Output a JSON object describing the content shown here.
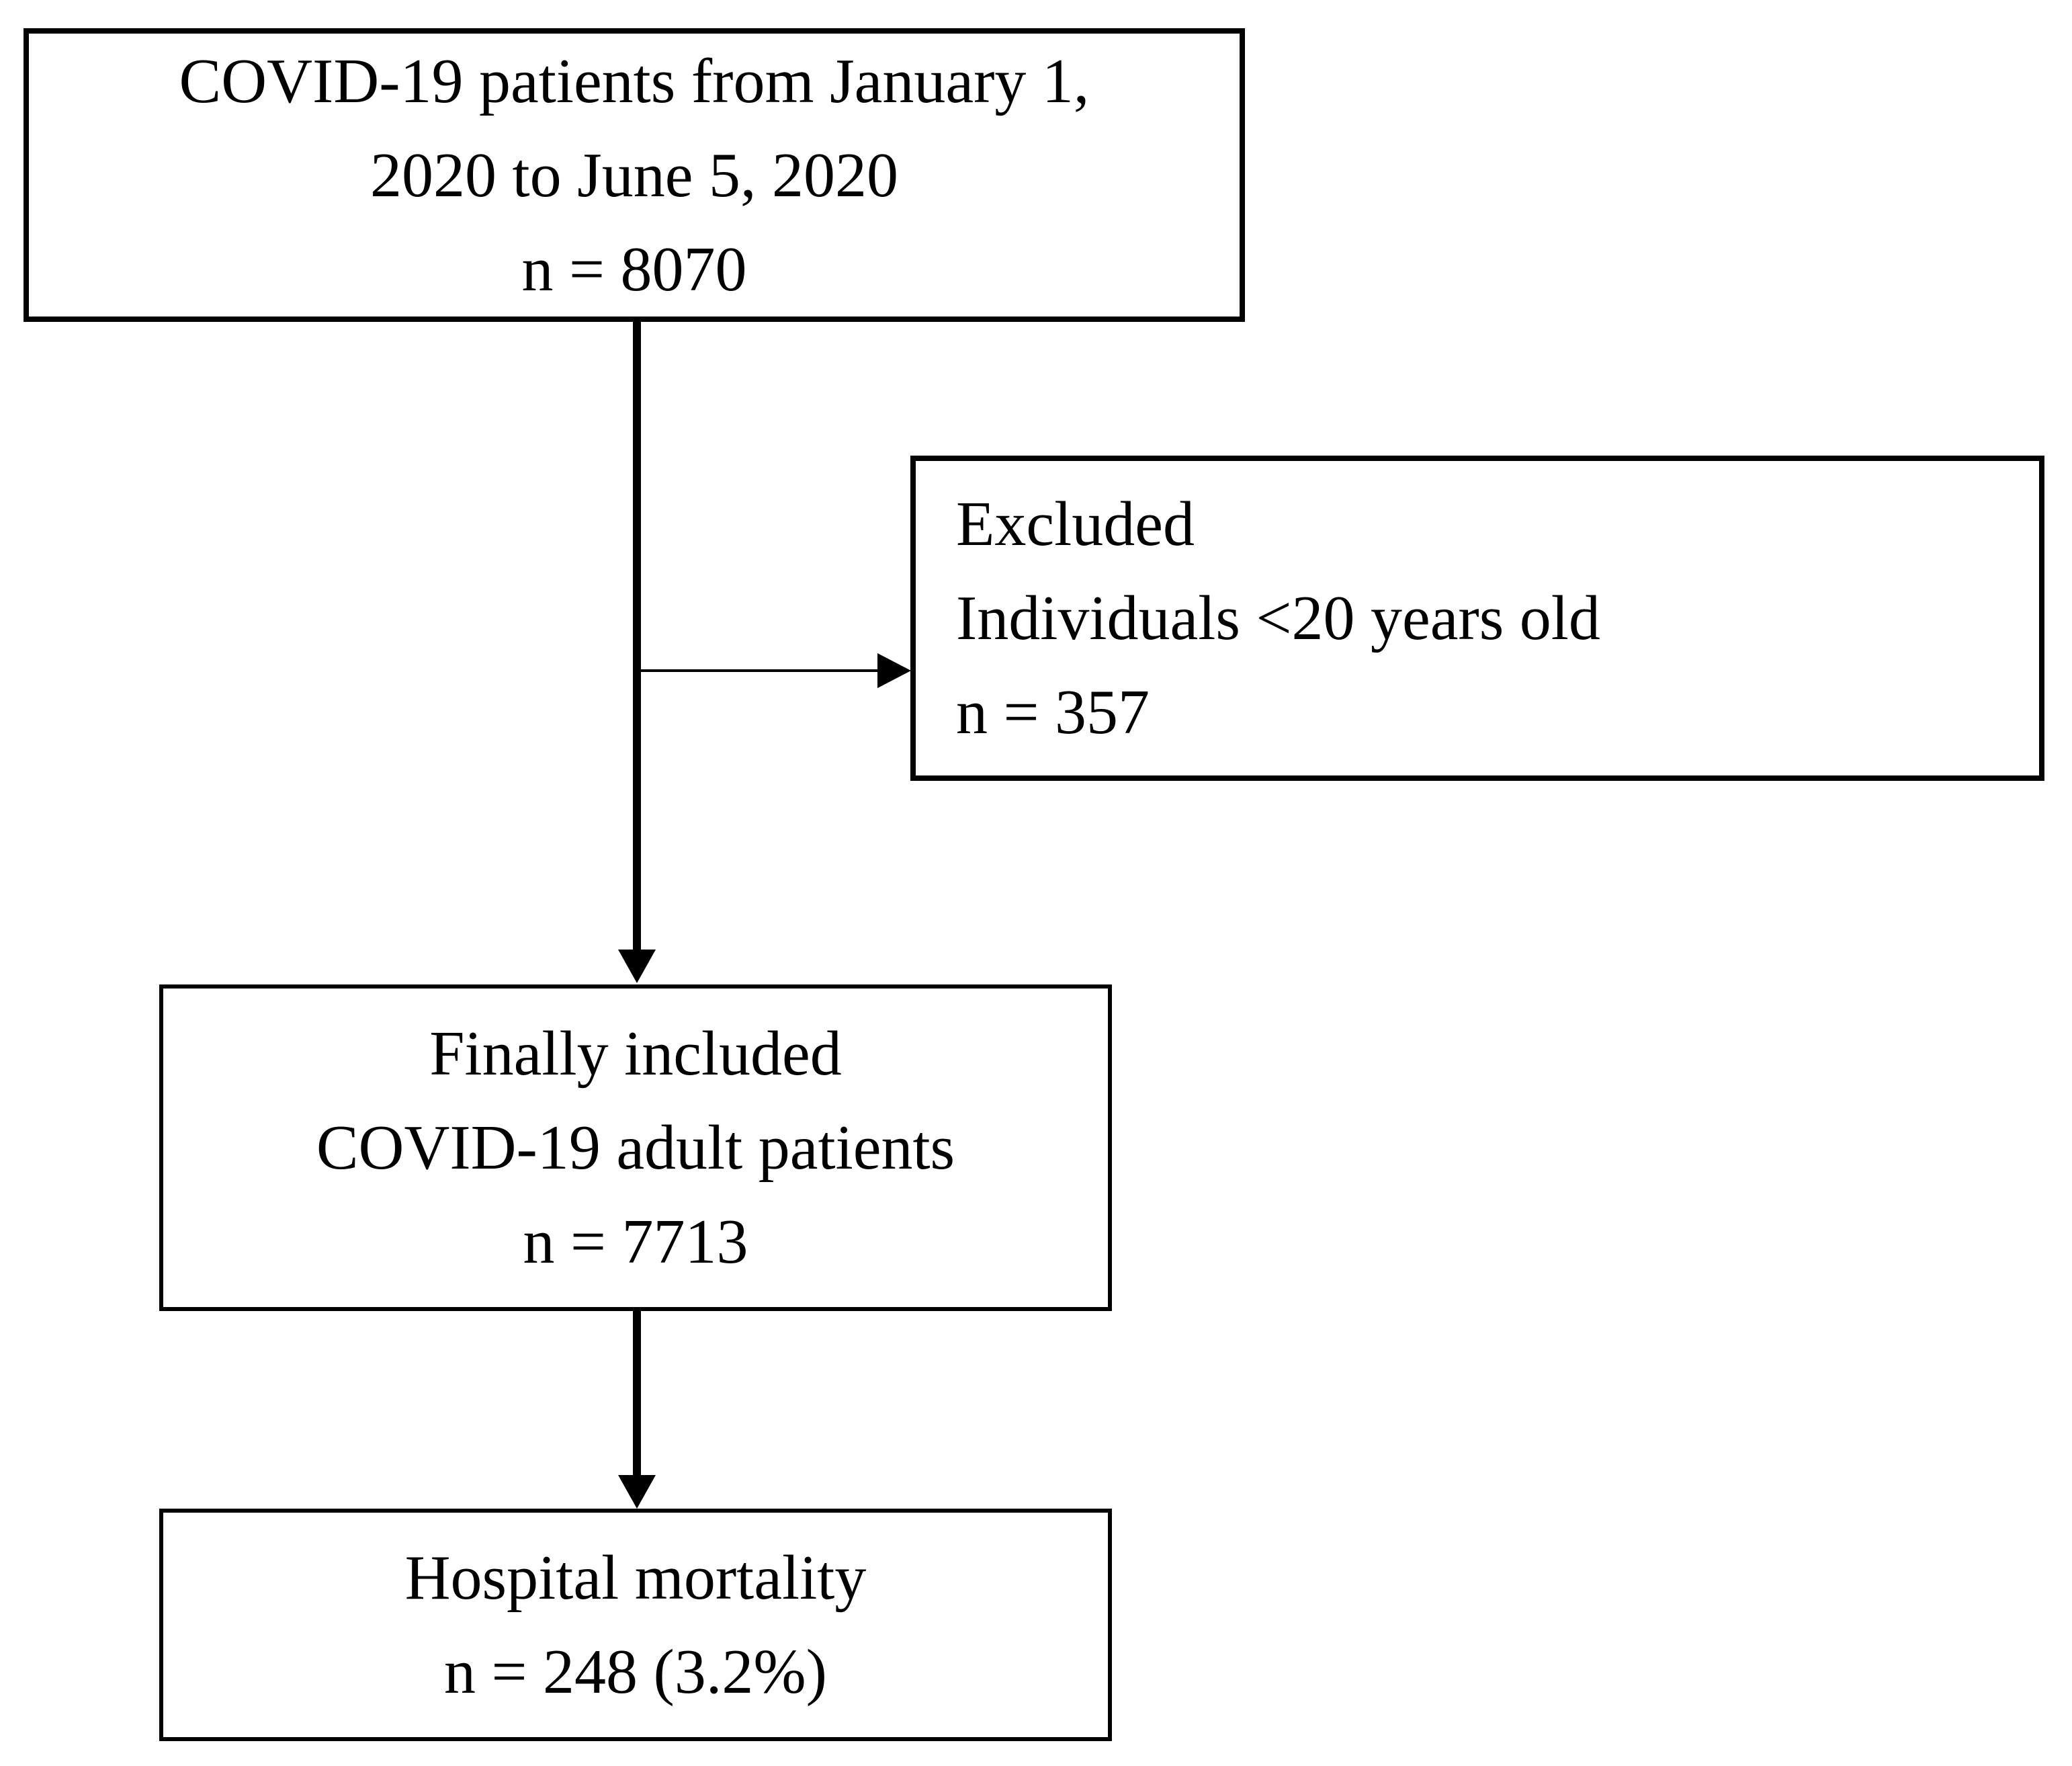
{
  "figure": {
    "type": "flowchart",
    "background_color": "#ffffff",
    "line_color": "#000000",
    "nodes": {
      "initial": {
        "align": "center",
        "lines": [
          "COVID-19 patients from January 1,",
          "2020 to June 5, 2020",
          "n = 8070"
        ]
      },
      "excluded": {
        "align": "left",
        "lines": [
          "Excluded",
          "Individuals <20 years old",
          "n = 357"
        ]
      },
      "included": {
        "align": "center",
        "lines": [
          "Finally included",
          "COVID-19 adult patients",
          "n = 7713"
        ]
      },
      "mortality": {
        "align": "center",
        "lines": [
          "Hospital mortality",
          "n = 248 (3.2%)"
        ]
      }
    },
    "edges": [
      {
        "from": "initial",
        "to": "included",
        "style": "thick-vertical-arrow"
      },
      {
        "from": "initial-included-connector",
        "to": "excluded",
        "style": "thin-horizontal-arrow"
      },
      {
        "from": "included",
        "to": "mortality",
        "style": "thick-vertical-arrow"
      }
    ]
  }
}
